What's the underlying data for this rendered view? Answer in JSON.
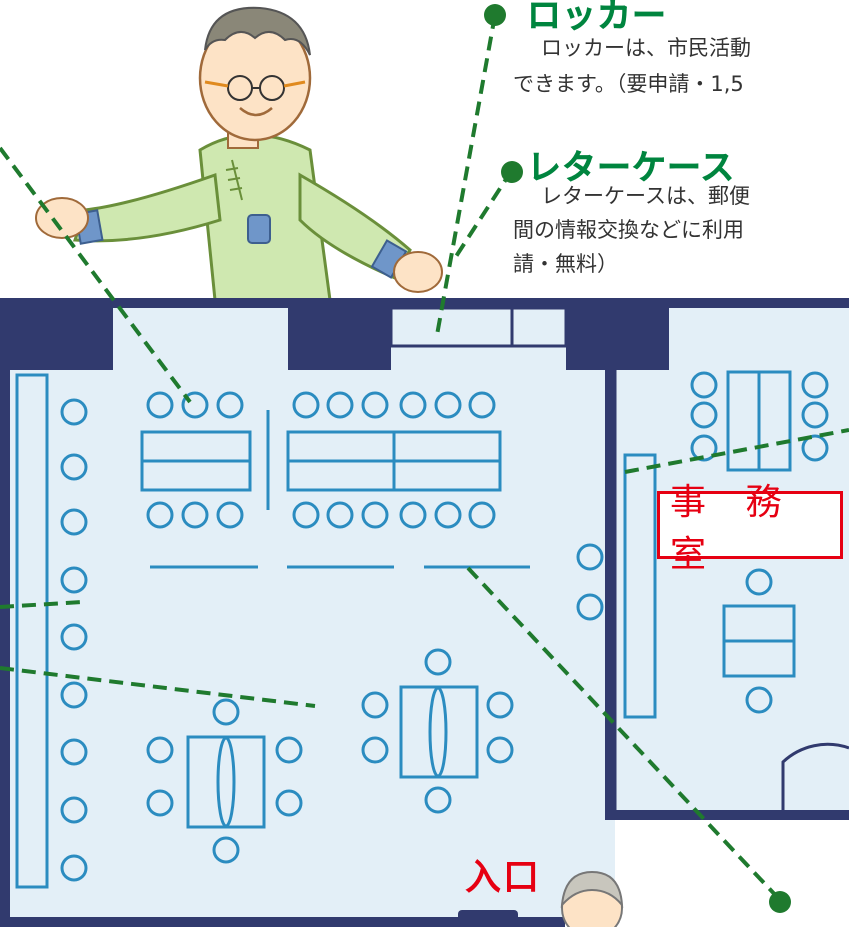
{
  "callouts": [
    {
      "title": "ロッカー",
      "lines": [
        "　ロッカーは、市民活動",
        "できます。（要申請・1,5"
      ]
    },
    {
      "title": "レターケース",
      "lines": [
        "　レターケースは、郵便",
        "間の情報交換などに利用",
        "請・無料）"
      ]
    }
  ],
  "floor_plan": {
    "office_label": "事 務 室",
    "entrance_label": "入口"
  },
  "colors": {
    "wall": "#313a6e",
    "floor": "#e3eff7",
    "furniture_line": "#2b8cc0",
    "leader_line": "#1f7a2e",
    "heading_green": "#00853f",
    "label_red": "#e60012"
  }
}
